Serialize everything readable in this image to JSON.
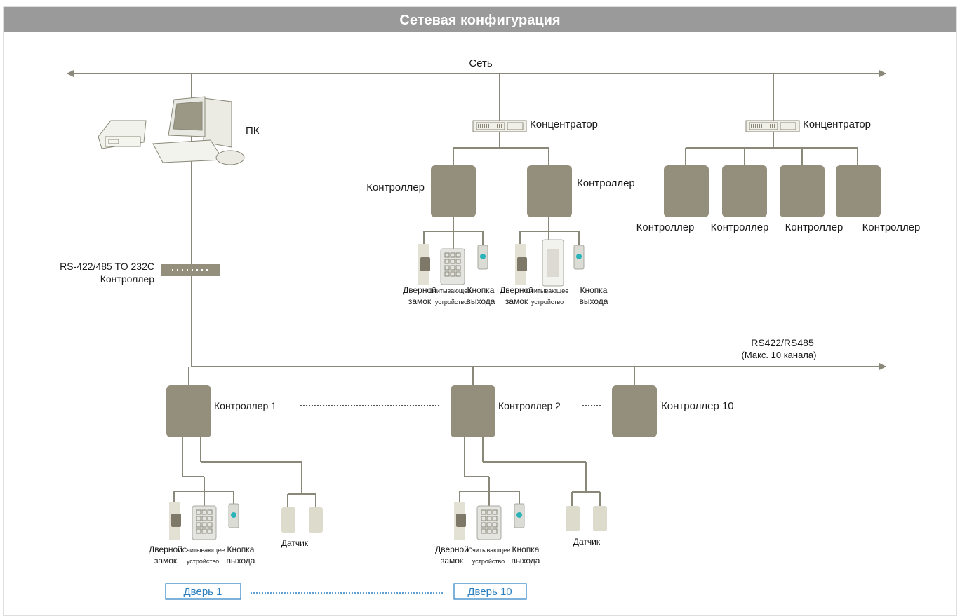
{
  "header": {
    "title": "Сетевая конфигурация"
  },
  "colors": {
    "header_bg": "#9a9a9a",
    "line": "#8a8878",
    "box": "#948f7c",
    "door_box_border": "#2a7fc0",
    "door_text": "#2a7fc0"
  },
  "network": {
    "label": "Сеть"
  },
  "pc": {
    "label": "ПК"
  },
  "converter": {
    "line1": "RS-422/485 TO 232C",
    "line2": "Контроллер"
  },
  "hubs": [
    {
      "label": "Концентратор"
    },
    {
      "label": "Концентратор"
    }
  ],
  "upper_controllers": [
    {
      "label": "Контроллер"
    },
    {
      "label": "Контроллер"
    },
    {
      "label": "Контроллер"
    },
    {
      "label": "Контроллер"
    },
    {
      "label": "Контроллер"
    },
    {
      "label": "Контроллер"
    }
  ],
  "devices": {
    "lock": [
      "Дверной",
      "замок"
    ],
    "reader": [
      "Считывающее",
      "устройство"
    ],
    "exit": [
      "Кнопка",
      "выхода"
    ],
    "sensor": "Датчик"
  },
  "bus": {
    "line1": "RS422/RS485",
    "line2": "(Макс. 10 канала)"
  },
  "lower_controllers": [
    {
      "label": "Контроллер 1"
    },
    {
      "label": "Контроллер 2"
    },
    {
      "label": "Контроллер 10"
    }
  ],
  "doors": [
    {
      "label": "Дверь 1"
    },
    {
      "label": "Дверь 10"
    }
  ]
}
